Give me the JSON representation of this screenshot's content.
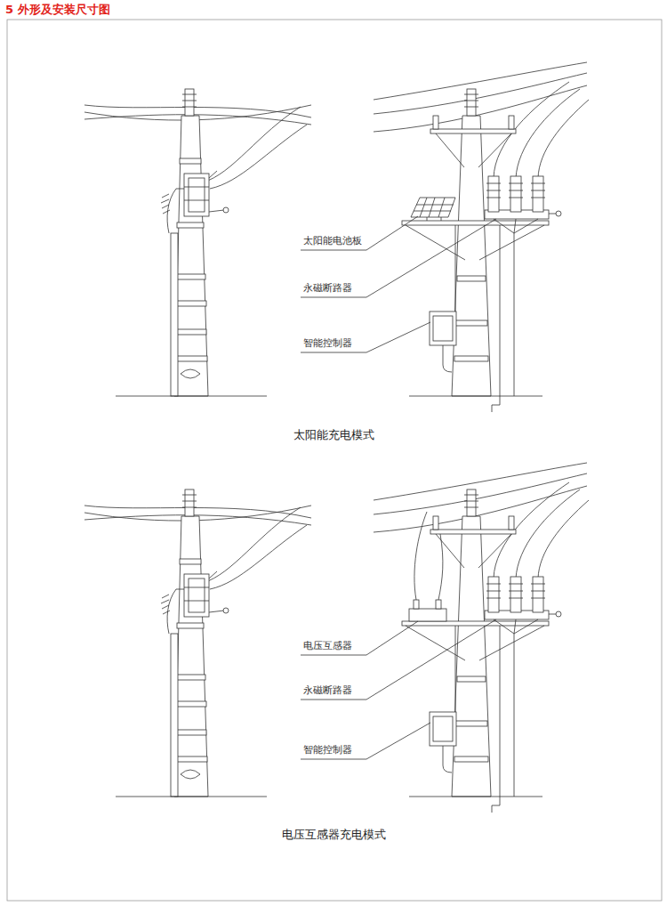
{
  "diagram": {
    "title": "5 外形及安装尺寸图",
    "labels": [
      "太阳能电池板",
      "永磁断路器",
      "智能控制器",
      "太阳能充电模式",
      "电压互感器",
      "永磁断路器",
      "智能控制器",
      "电压互感器充电模式"
    ]
  }
}
